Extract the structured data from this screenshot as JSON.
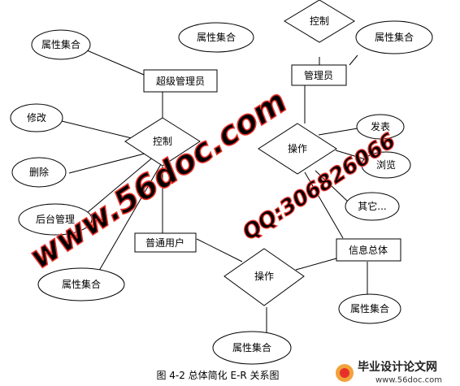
{
  "diagram": {
    "entities": {
      "super_admin": "超级管理员",
      "admin": "管理员",
      "normal_user": "普通用户",
      "info_total": "信息总体"
    },
    "relationships": {
      "control_top": "控制",
      "control_mid": "控制",
      "operate_right": "操作",
      "operate_bottom": "操作"
    },
    "attributes": {
      "attr_super_admin": "属性集合",
      "attr_admin_left": "属性集合",
      "attr_admin_right": "属性集合",
      "modify": "修改",
      "delete": "删除",
      "backend": "后台管理",
      "attr_user": "属性集合",
      "attr_info": "属性集合",
      "attr_operate": "属性集合",
      "publish": "发表",
      "browse": "浏览",
      "other": "其它..."
    },
    "caption": "图 4-2 总体简化 E-R 关系图"
  },
  "watermark": {
    "site": "www.56doc.com",
    "qq": "QQ:306826066",
    "logo_cn": "毕业设计论文网",
    "logo_url": "www.56doc.com",
    "color": "#e8302a"
  }
}
